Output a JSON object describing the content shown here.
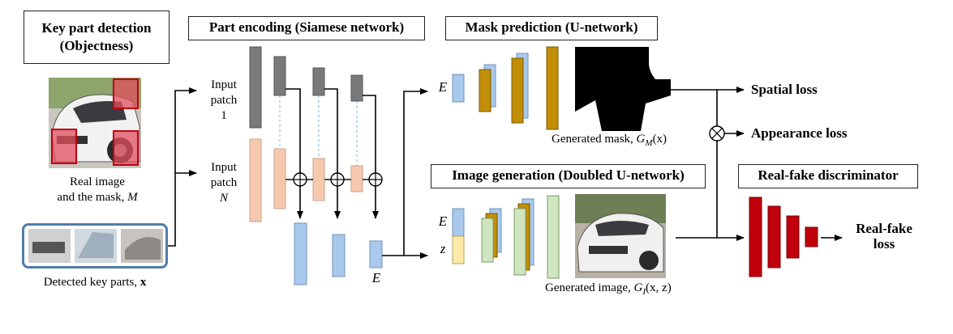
{
  "titles": {
    "key_part": [
      "Key part detection",
      "(Objectness)"
    ],
    "part_encoding": "Part encoding (Siamese network)",
    "mask_prediction": "Mask prediction (U-network)",
    "image_generation": "Image generation (Doubled U-network)",
    "discriminator": "Real-fake discriminator"
  },
  "labels": {
    "real_image_1": "Real image",
    "real_image_2": "and the mask, ",
    "real_image_math": "M",
    "detected_parts": "Detected key parts, ",
    "detected_parts_math": "x",
    "input_patch_1": [
      "Input",
      "patch",
      "1"
    ],
    "input_patch_n": [
      "Input",
      "patch",
      "N"
    ],
    "E_out": "E",
    "E_mask": "E",
    "E_gen": "E",
    "z_gen": "z",
    "generated_mask": "Generated mask, ",
    "generated_mask_math": "G",
    "generated_mask_sub": "M",
    "generated_mask_arg": "(x)",
    "generated_image": "Generated image, ",
    "generated_image_math": "G",
    "generated_image_sub": "I",
    "generated_image_arg": "(x, z)"
  },
  "losses": {
    "spatial": "Spatial loss",
    "appearance": "Appearance loss",
    "real_fake_1": "Real-fake",
    "real_fake_2": "loss"
  },
  "colors": {
    "gray_layer": "#7a7a7a",
    "peach_layer": "#f6c9ae",
    "blue_layer": "#a9c9ec",
    "gold_layer": "#c28e07",
    "green_layer": "#cfe5bf",
    "yellow_layer": "#fbe9a6",
    "red_layer": "#c0000b",
    "box_border": "#4f7ea8"
  }
}
